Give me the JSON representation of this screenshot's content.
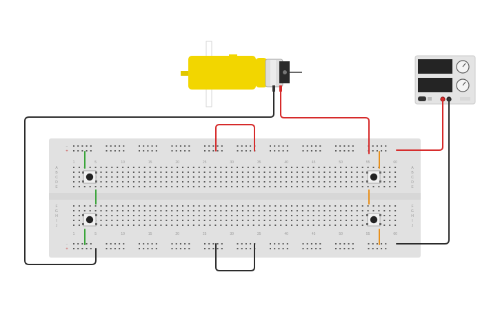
{
  "breadboard": {
    "column_numbers": [
      "1",
      "5",
      "10",
      "15",
      "20",
      "25",
      "30",
      "35",
      "40",
      "45",
      "50",
      "55",
      "60"
    ],
    "row_letters_top": [
      "A",
      "B",
      "C",
      "D",
      "E"
    ],
    "row_letters_bottom": [
      "F",
      "G",
      "H",
      "I",
      "J"
    ],
    "rail_minus": "−",
    "rail_plus": "+"
  },
  "components": {
    "motor": "dc-gear-motor",
    "power_supply": "dc-power-supply",
    "buttons": [
      "pushbutton-1",
      "pushbutton-2",
      "pushbutton-3",
      "pushbutton-4"
    ]
  },
  "colors": {
    "wire_red": "#d62a2a",
    "wire_black": "#2b2b2b",
    "wire_green": "#3aa53a",
    "wire_orange": "#e8901c",
    "motor_yellow": "#f2d600",
    "board": "#e1e1e1"
  }
}
